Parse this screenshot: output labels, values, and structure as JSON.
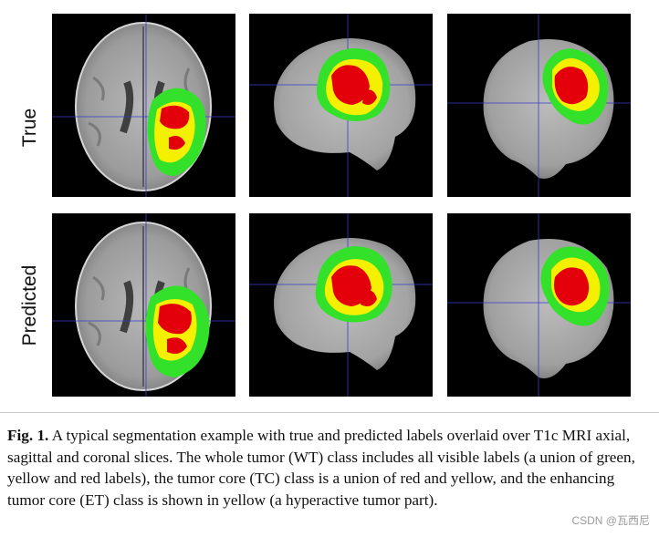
{
  "figure": {
    "row_labels": [
      "True",
      "Predicted"
    ],
    "views": [
      "axial",
      "sagittal",
      "coronal"
    ]
  },
  "caption": {
    "label": "Fig. 1.",
    "text": " A typical segmentation example with true and predicted labels overlaid over T1c MRI axial, sagittal and coronal slices. The whole tumor (WT) class includes all visible labels (a union of green, yellow and red labels), the tumor core (TC) class is a union of red and yellow, and the enhancing tumor core (ET) class is shown in yellow (a hyperactive tumor part)."
  },
  "watermark": "CSDN @瓦西尼",
  "colors": {
    "background": "#000000",
    "whole_tumor": "#33e02a",
    "enhancing": "#f4f000",
    "core": "#e4000a",
    "crosshair": "#3a3ad0"
  }
}
